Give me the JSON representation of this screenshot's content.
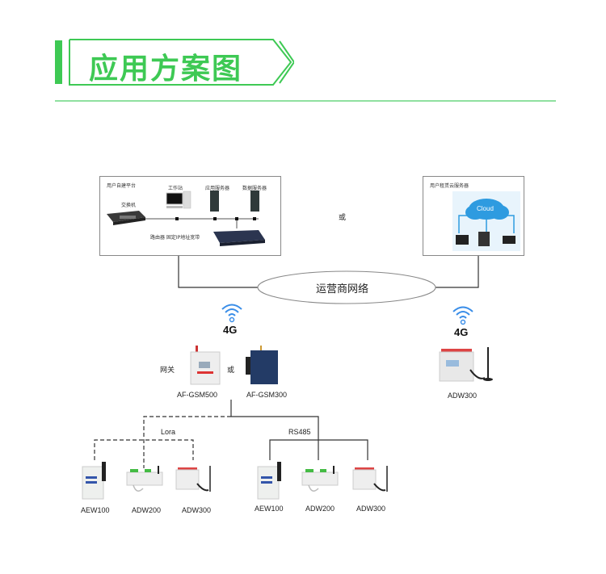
{
  "title": "应用方案图",
  "colors": {
    "accent": "#3ec954",
    "accent_light": "#8fe0a0",
    "wifi": "#3b8ee8",
    "line": "#333333"
  },
  "platform_left": {
    "title": "用户自建平台",
    "switch_label": "交换机",
    "workstation_label": "工作站",
    "app_server_label": "应用服务器",
    "data_server_label": "数据服务器",
    "router_label": "路由器 固定IP地址宽带"
  },
  "or_label": "或",
  "platform_right": {
    "title": "用户租赁云服务器",
    "cloud_label": "Cloud"
  },
  "network_label": "运营商网络",
  "signal_left": {
    "label": "4G",
    "icon": "wifi-icon"
  },
  "signal_right": {
    "label": "4G",
    "icon": "wifi-icon"
  },
  "gateway": {
    "label": "网关",
    "or_label": "或",
    "device_a": "AF-GSM500",
    "device_b": "AF-GSM300"
  },
  "standalone_device": "ADW300",
  "lora_group": {
    "label": "Lora",
    "devices": [
      "AEW100",
      "ADW200",
      "ADW300"
    ]
  },
  "rs485_group": {
    "label": "RS485",
    "devices": [
      "AEW100",
      "ADW200",
      "ADW300"
    ]
  }
}
